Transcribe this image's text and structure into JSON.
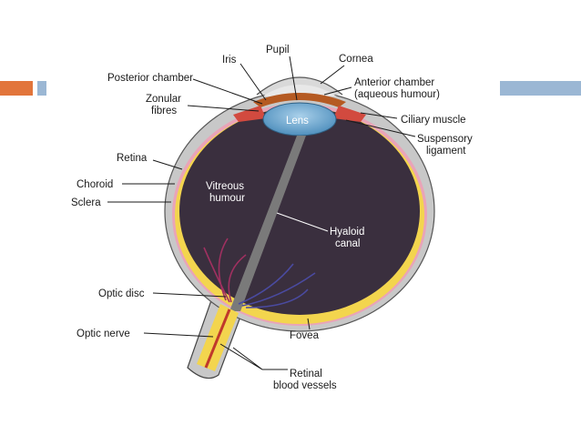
{
  "colors": {
    "accent_orange": "#e2753b",
    "accent_blue": "#9bb7d4",
    "sclera": "#c8c8c8",
    "vitreous": "#3a2f3e",
    "retina_yellow": "#f3d54e",
    "choroid_pink": "#e9a4b8",
    "lens": "#7ab0d4",
    "iris": "#b55a22",
    "ciliary": "#d24a3f"
  },
  "labels": {
    "pupil": "Pupil",
    "iris": "Iris",
    "cornea": "Cornea",
    "posterior_chamber": "Posterior chamber",
    "anterior_chamber_1": "Anterior chamber",
    "anterior_chamber_2": "(aqueous humour)",
    "zonular_1": "Zonular",
    "zonular_2": "fibres",
    "lens": "Lens",
    "ciliary_muscle": "Ciliary muscle",
    "suspensory_1": "Suspensory",
    "suspensory_2": "ligament",
    "retina": "Retina",
    "choroid": "Choroid",
    "sclera": "Sclera",
    "vitreous_1": "Vitreous",
    "vitreous_2": "humour",
    "hyaloid_1": "Hyaloid",
    "hyaloid_2": "canal",
    "optic_disc": "Optic disc",
    "optic_nerve": "Optic nerve",
    "fovea": "Fovea",
    "retinal_vessels_1": "Retinal",
    "retinal_vessels_2": "blood vessels"
  }
}
